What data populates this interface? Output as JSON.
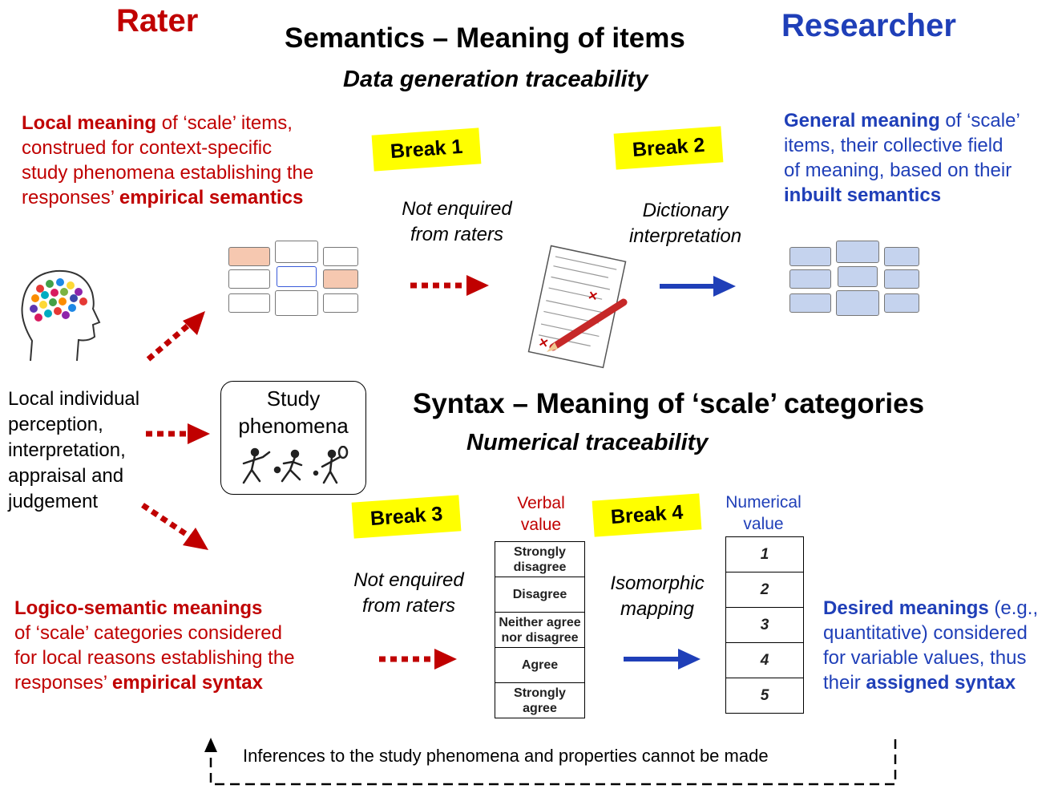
{
  "headings": {
    "rater": "Rater",
    "researcher": "Researcher",
    "semantics_title": "Semantics – Meaning of items",
    "semantics_sub": "Data generation traceability",
    "syntax_title": "Syntax – Meaning of ‘scale’ categories",
    "syntax_sub": "Numerical traceability"
  },
  "left_top": {
    "l1_bold": "Local meaning",
    "l1_rest": " of ‘scale’ items,",
    "l2": "construed for context-specific",
    "l3": "study phenomena establishing the",
    "l4_a": "responses’ ",
    "l4_bold": "empirical semantics"
  },
  "right_top": {
    "l1_bold": "General meaning",
    "l1_rest": " of ‘scale’",
    "l2": "items, their collective field",
    "l3": "of meaning, based on their",
    "l4_bold": "inbuilt semantics"
  },
  "breaks": [
    "Break 1",
    "Break 2",
    "Break 3",
    "Break 4"
  ],
  "labels": {
    "not_enquired_top_1": "Not enquired",
    "not_enquired_top_2": "from raters",
    "dictionary_1": "Dictionary",
    "dictionary_2": "interpretation",
    "not_enquired_bot_1": "Not enquired",
    "not_enquired_bot_2": "from raters",
    "isomorphic_1": "Isomorphic",
    "isomorphic_2": "mapping"
  },
  "rater_text": [
    "Local individual",
    "perception,",
    "interpretation,",
    "appraisal and",
    "judgement"
  ],
  "study_box": {
    "l1": "Study",
    "l2": "phenomena"
  },
  "verbal": {
    "header_1": "Verbal",
    "header_2": "value",
    "rows": [
      [
        "Strongly",
        "disagree"
      ],
      [
        "Disagree",
        ""
      ],
      [
        "Neither agree",
        "nor disagree"
      ],
      [
        "Agree",
        ""
      ],
      [
        "Strongly",
        "agree"
      ]
    ]
  },
  "numerical": {
    "header_1": "Numerical",
    "header_2": "value",
    "rows": [
      "1",
      "2",
      "3",
      "4",
      "5"
    ]
  },
  "left_bottom": {
    "l1_bold": "Logico-semantic meanings",
    "l2": "of ‘scale’ categories considered",
    "l3": "for local reasons establishing the",
    "l4_a": "responses’ ",
    "l4_bold": "empirical syntax"
  },
  "right_bottom": {
    "l1_bold": "Desired meanings",
    "l1_rest": " (e.g.,",
    "l2": "quantitative) considered",
    "l3": "for variable values, thus",
    "l4_a": "their ",
    "l4_bold": "assigned syntax"
  },
  "footer": "Inferences to the study phenomena and properties cannot be made",
  "colors": {
    "red": "#c00000",
    "blue": "#1f3fb8",
    "yellow": "#ffff00"
  }
}
